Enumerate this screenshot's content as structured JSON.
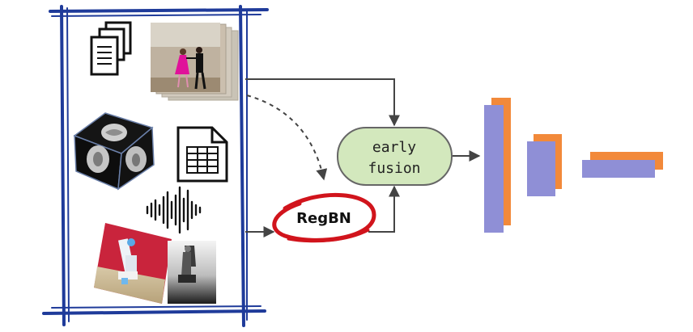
{
  "fusion_node": {
    "line1": "early",
    "line2": "fusion"
  },
  "regbn_node": {
    "label": "RegBN"
  },
  "colors": {
    "frame_blue": "#1f3b9a",
    "fusion_fill": "#d3e8bd",
    "fusion_stroke": "#666666",
    "regbn_red": "#d1141c",
    "bar_purple": "#8f8fd6",
    "bar_orange": "#f2893a",
    "arrow_gray": "#444444"
  },
  "icons": [
    "documents-icon",
    "dancers-video-icon",
    "brain-mri-cube-icon",
    "spreadsheet-file-icon",
    "audio-waveform-icon",
    "robot-arm-rgb-icon",
    "robot-arm-depth-icon"
  ]
}
